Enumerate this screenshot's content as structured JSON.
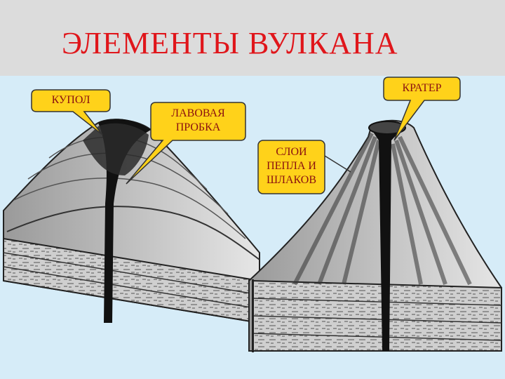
{
  "title": "ЭЛЕМЕНТЫ ВУЛКАНА",
  "labels": {
    "dome": "КУПОЛ",
    "lava_plug_line1": "ЛАВОВАЯ",
    "lava_plug_line2": "ПРОБКА",
    "ash_layers_line1": "СЛОИ",
    "ash_layers_line2": "ПЕПЛА И",
    "ash_layers_line3": "ШЛАКОВ",
    "crater": "КРАТЕР"
  },
  "colors": {
    "title": "#e0161b",
    "background": "#d6ecf8",
    "callout_fill": "#ffd21a",
    "callout_text": "#8a1010"
  }
}
